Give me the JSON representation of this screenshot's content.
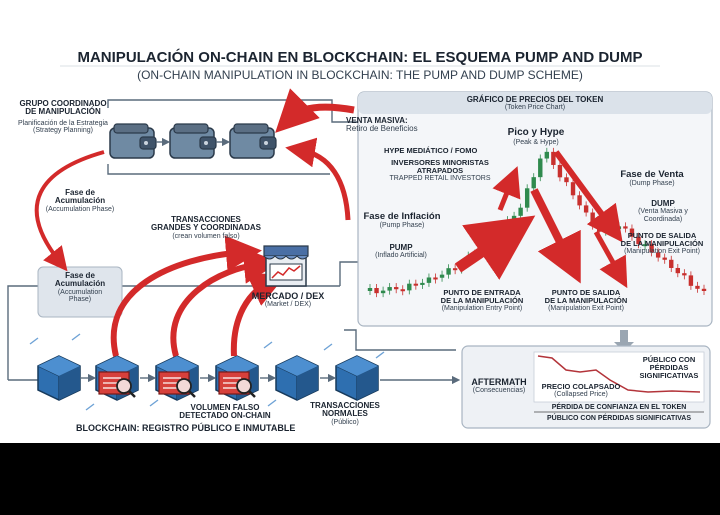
{
  "title": {
    "main": "MANIPULACIÓN ON-CHAIN EN BLOCKCHAIN: EL ESQUEMA PUMP AND DUMP",
    "sub": "(ON-CHAIN MANIPULATION IN BLOCKCHAIN: THE PUMP AND DUMP SCHEME)"
  },
  "group": {
    "title1": "GRUPO COORDINADO",
    "title2": "DE MANIPULACIÓN",
    "line1": "Planificación de la Estrategia",
    "line2": "(Strategy Planning)"
  },
  "accumulation_arrow": {
    "l1": "Fase de",
    "l2": "Acumulación",
    "l3": "(Accumulation Phase)"
  },
  "accumulation_box": {
    "l1": "Fase de",
    "l2": "Acumulación",
    "l3": "(Accumulation",
    "l4": "Phase)"
  },
  "transactions": {
    "l1": "TRANSACCIONES",
    "l2": "GRANDES Y COORDINADAS",
    "l3": "(crean volumen falso)"
  },
  "market": {
    "title": "MERCADO / DEX",
    "sub": "(Market / DEX)"
  },
  "blockchain_label": "BLOCKCHAIN: REGISTRO PÚBLICO E INMUTABLE",
  "fake_volume": {
    "l1": "VOLUMEN FALSO",
    "l2": "DETECTADO ON-CHAIN"
  },
  "normal_tx": {
    "l1": "TRANSACCIONES",
    "l2": "NORMALES",
    "l3": "(Público)"
  },
  "mass_sale": {
    "l1": "VENTA MASIVA:",
    "l2": "Retiro de Beneficios"
  },
  "price_chart": {
    "title": "GRÁFICO DE PRECIOS DEL TOKEN",
    "subtitle": "(Token Price Chart)",
    "peak": {
      "l1": "Pico y Hype",
      "l2": "(Peak & Hype)"
    },
    "hype": "HYPE MEDIÁTICO / FOMO",
    "retail": {
      "l1": "INVERSORES MINORISTAS",
      "l2": "ATRAPADOS",
      "l3": "TRAPPED RETAIL INVESTORS"
    },
    "inflation": {
      "l1": "Fase de Inflación",
      "l2": "(Pump Phase)"
    },
    "pump": {
      "l1": "PUMP",
      "l2": "(Inflado Artificial)"
    },
    "entry": {
      "l1": "PUNTO DE ENTRADA",
      "l2": "DE LA MANIPULACIÓN",
      "l3": "(Manipulation Entry Point)"
    },
    "exit_bottom": {
      "l1": "PUNTO DE SALIDA",
      "l2": "DE LA MANIPULACIÓN",
      "l3": "(Manipulation Exit Point)"
    },
    "sale_phase": {
      "l1": "Fase de Venta",
      "l2": "(Dump Phase)"
    },
    "dump": {
      "l1": "DUMP",
      "l2": "(Venta Masiva y",
      "l3": "Coordinada)"
    },
    "exit_right": {
      "l1": "PUNTO DE SALIDA",
      "l2": "DE LA MANIPULACIÓN",
      "l3": "(Manipulation Exit Point)"
    }
  },
  "aftermath": {
    "title": "AFTERMATH",
    "sub": "(Consecuencias)",
    "collapsed": {
      "l1": "PRECIO COLAPSADO",
      "l2": "(Collapsed Price)"
    },
    "public_loss": {
      "l1": "PÚBLICO CON",
      "l2": "PÉRDIDAS",
      "l3": "SIGNIFICATIVAS"
    },
    "trust_loss": "PÉRDIDA DE CONFIANZA EN EL TOKEN",
    "public_loss_line": "PÚBLICO CON PÉRDIDAS SIGNIFICATIVAS"
  },
  "colors": {
    "red": "#d32a2a",
    "cube_blue": "#2e6fb0",
    "candle_green": "#2f8a4e",
    "candle_red": "#c8302e",
    "panel_bg": "#f4f6f9",
    "background": "#ffffff"
  },
  "icons": [
    "wallet-icon",
    "storefront-icon",
    "magnifier-icon",
    "cube-icon"
  ]
}
